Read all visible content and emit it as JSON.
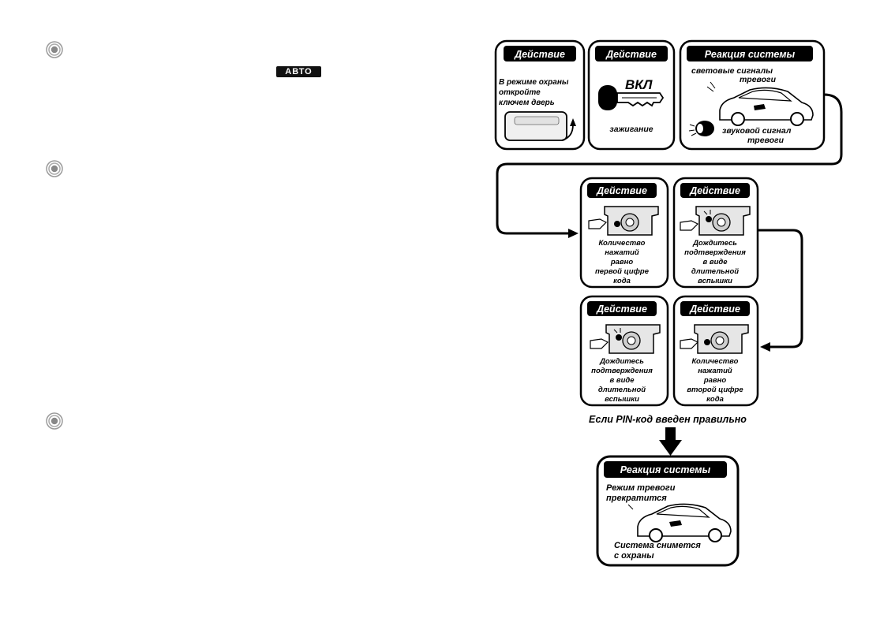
{
  "left": {
    "mode_badge": "АВТО"
  },
  "flow": {
    "box1": {
      "header": "Действие",
      "lines": [
        "В режиме охраны",
        "откройте",
        "ключем дверь"
      ]
    },
    "box2": {
      "header": "Действие",
      "key_label": "ВКЛ",
      "caption": "зажигание"
    },
    "box3": {
      "header": "Реакция системы",
      "top_lines": [
        "световые сигналы",
        "тревоги"
      ],
      "bottom_lines": [
        "звуковой сигнал",
        "тревоги"
      ]
    },
    "box4": {
      "header": "Действие",
      "lines": [
        "Количество",
        "нажатий",
        "равно",
        "первой цифре",
        "кода"
      ]
    },
    "box5": {
      "header": "Действие",
      "lines": [
        "Дождитесь",
        "подтверждения",
        "в виде",
        "длительной",
        "вспышки"
      ]
    },
    "box6": {
      "header": "Действие",
      "lines": [
        "Дождитесь",
        "подтверждения",
        "в виде",
        "длительной",
        "вспышки"
      ]
    },
    "box7": {
      "header": "Действие",
      "lines": [
        "Количество",
        "нажатий",
        "равно",
        "второй цифре",
        "кода"
      ]
    },
    "condition": "Если PIN-код введен правильно",
    "box8": {
      "header": "Реакция системы",
      "top_lines": [
        "Режим тревоги",
        "прекратится"
      ],
      "bottom_lines": [
        "Система снимется",
        "с охраны"
      ]
    }
  }
}
